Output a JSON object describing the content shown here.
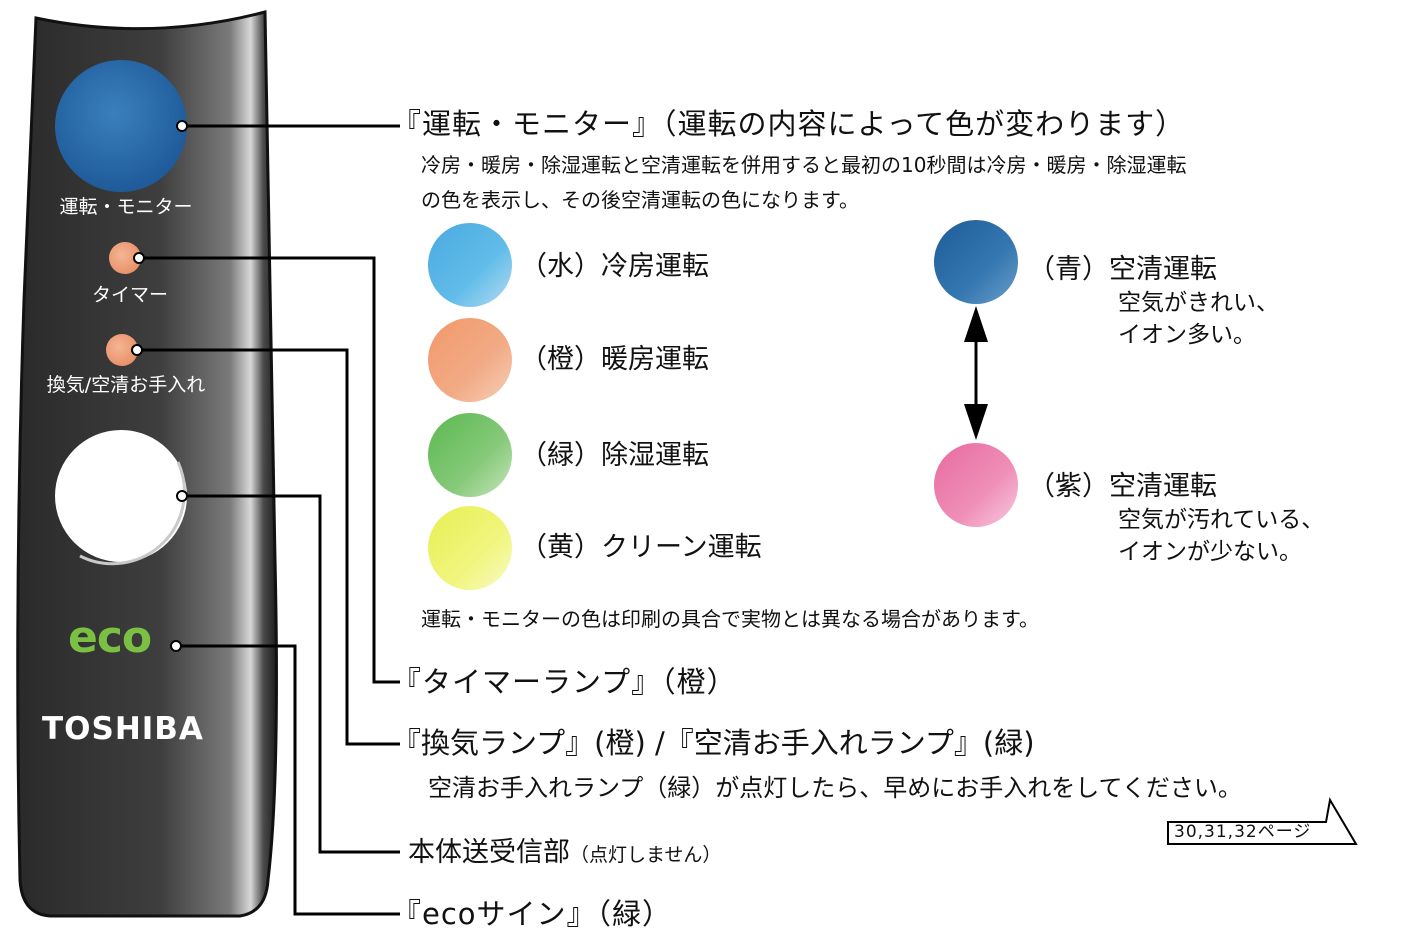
{
  "panel": {
    "button_label": "運転・モニター",
    "timer_label": "タイマー",
    "vent_label": "換気/空清お手入れ",
    "eco_logo": "eco",
    "brand": "TOSHIBA"
  },
  "callouts": {
    "monitor": {
      "title": "『運転・モニター』（運転の内容によって色が変わります）",
      "note_line1": "冷房・暖房・除湿運転と空清運転を併用すると最初の10秒間は冷房・暖房・除湿運転",
      "note_line2": "の色を表示し、その後空清運転の色になります。"
    },
    "modes_left": [
      {
        "label": "（水）冷房運転",
        "color": "#55b4e6"
      },
      {
        "label": "（橙）暖房運転",
        "color": "#f0a47c"
      },
      {
        "label": "（緑）除湿運転",
        "color": "#79c46a"
      },
      {
        "label": "（黄）クリーン運転",
        "color": "#eef36c"
      }
    ],
    "air_blue": {
      "label": "（青）空清運転",
      "desc1": "空気がきれい、",
      "desc2": "イオン多い。",
      "color": "#2f6ea6"
    },
    "air_purple": {
      "label": "（紫）空清運転",
      "desc1": "空気が汚れている、",
      "desc2": "イオンが少ない。",
      "color": "#ea7fae"
    },
    "color_note": "運転・モニターの色は印刷の具合で実物とは異なる場合があります。",
    "timer": "『タイマーランプ』（橙）",
    "vent": "『換気ランプ』(橙) /『空清お手入れランプ』(緑)",
    "vent_note": "空清お手入れランプ（緑）が点灯したら、早めにお手入れをしてください。",
    "page_ref": "30,31,32ページ",
    "receiver_main": "本体送受信部",
    "receiver_sub": "（点灯しません）",
    "eco_sign": "『ecoサイン』（緑）"
  }
}
